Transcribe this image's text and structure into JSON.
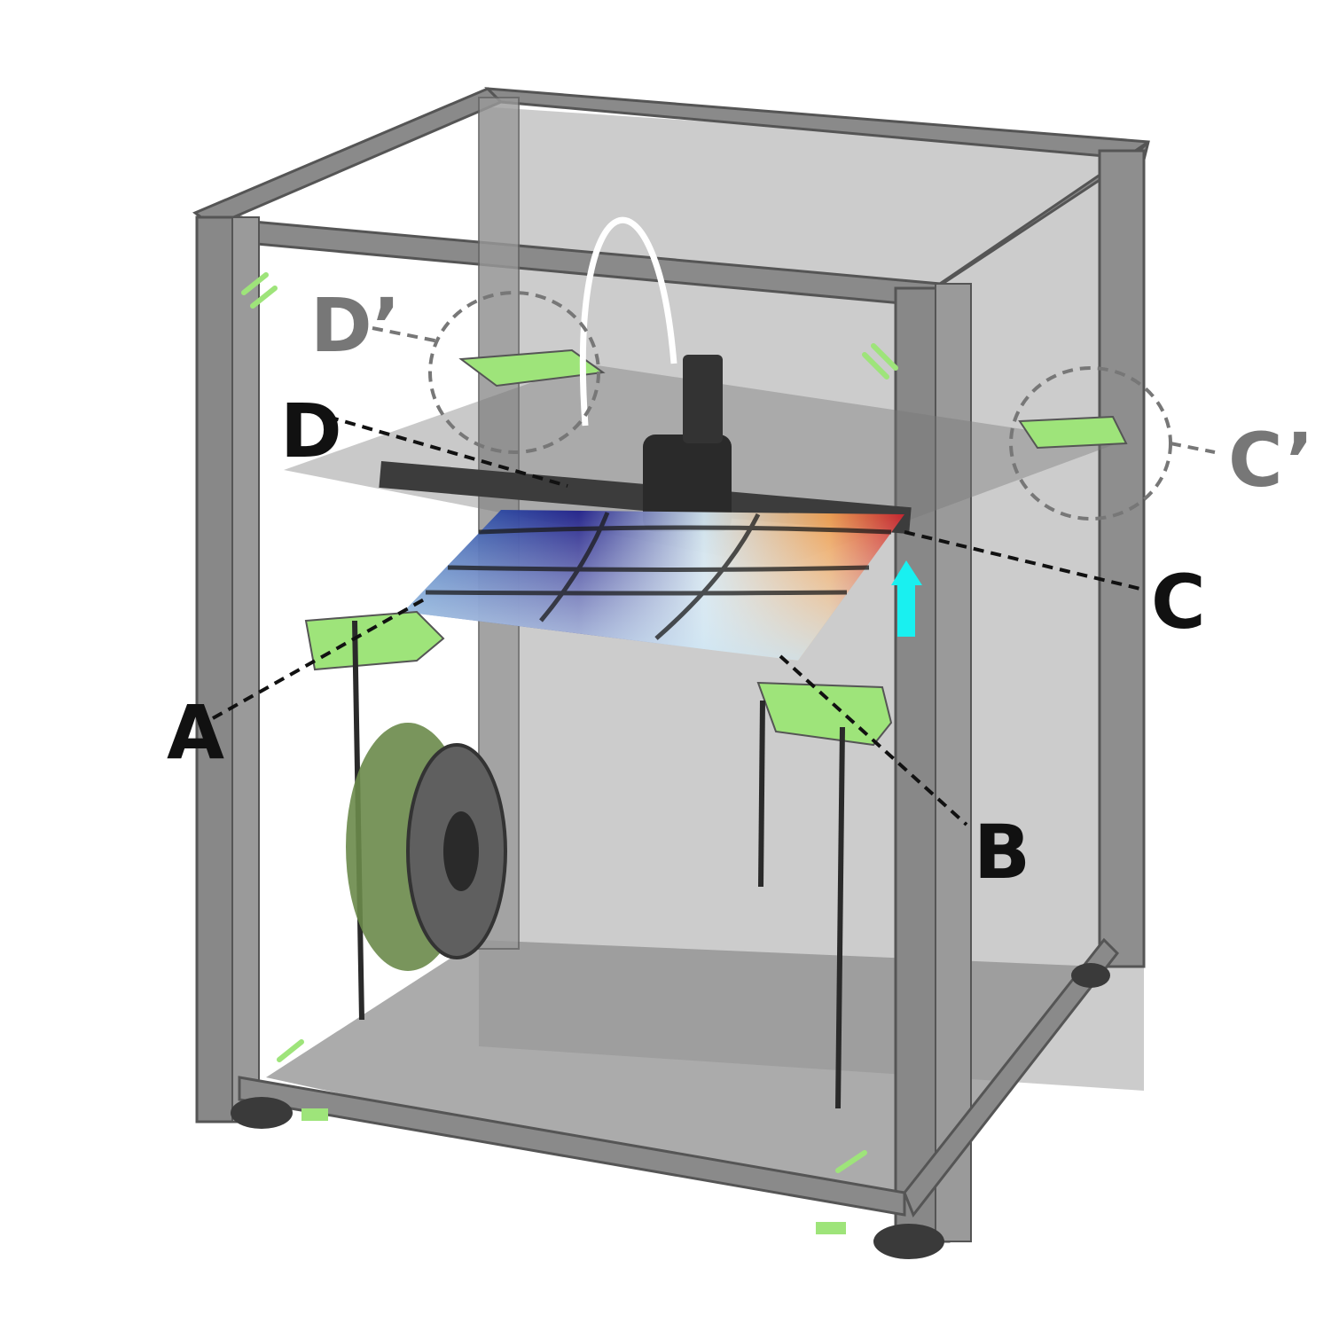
{
  "colors": {
    "frame": "#8a8a8a",
    "frame_dark": "#5a5a5a",
    "panel": "#9b9b9b",
    "accent_green": "#9ee47a",
    "arrow_cyan": "#19f0f0",
    "label_black": "#111111",
    "label_gray": "#777777"
  },
  "callouts": {
    "a": "A",
    "b": "B",
    "c": "C",
    "d": "D",
    "c_prime": "C’",
    "d_prime": "D’"
  },
  "bed_heatmap": {
    "low_color": "#2030a0",
    "mid_color": "#cfe6f0",
    "high_color": "#d02020"
  }
}
